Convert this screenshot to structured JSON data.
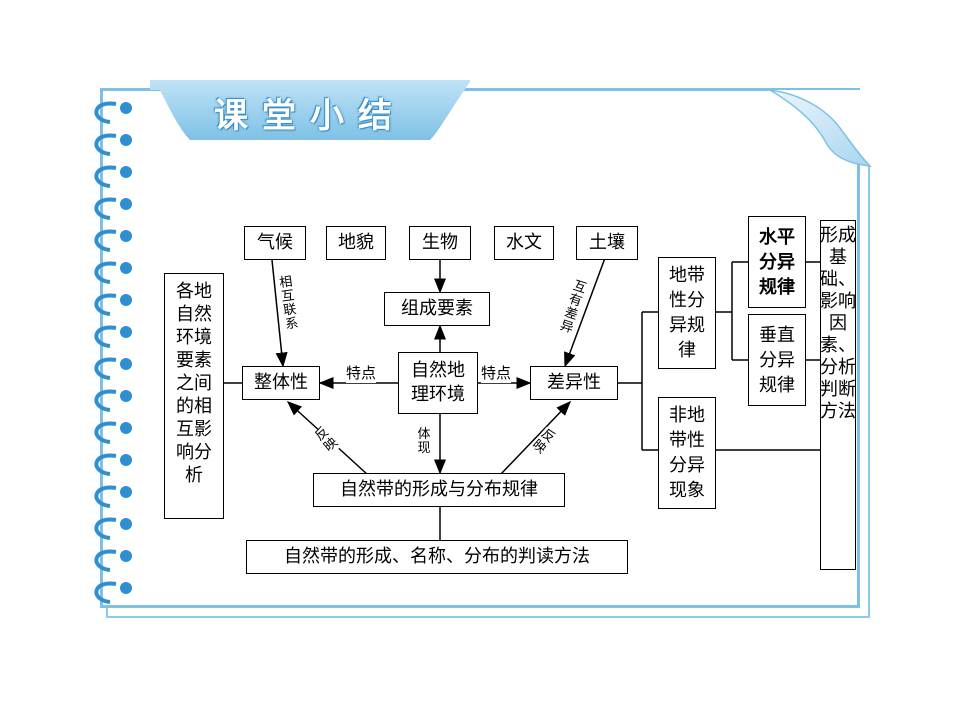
{
  "title": "课堂小结",
  "nodes": {
    "qihou": "气候",
    "dimao": "地貌",
    "shengwu": "生物",
    "shuiwen": "水文",
    "turang": "土壤",
    "zucheng": "组成要素",
    "ziran_huanjing": "自然地理环境",
    "zhengti": "整体性",
    "chayi": "差异性",
    "gedi": "各地自然环境要素之间的相互影响分析",
    "ziran_dai": "自然带的形成与分布规律",
    "ziran_dai_method": "自然带的形成、名称、分布的判读方法",
    "didai": "地带性分异规律",
    "shuiping": "水平分异规律",
    "chuizhi": "垂直分异规律",
    "feididai": "非地带性分异现象",
    "xingcheng": "形成基础、影响因素、分析判断方法"
  },
  "labels": {
    "tedian_left": "特点",
    "tedian_right": "特点",
    "xianghu_lianxi": "相互联系",
    "huxiang_chayi": "互有差异",
    "fanying_left": "反映",
    "fanying_right": "反映",
    "tixian": "体现"
  },
  "colors": {
    "border": "#7fc1e6",
    "ring": "#2f8fd0",
    "banner": "#7fc1e6"
  }
}
